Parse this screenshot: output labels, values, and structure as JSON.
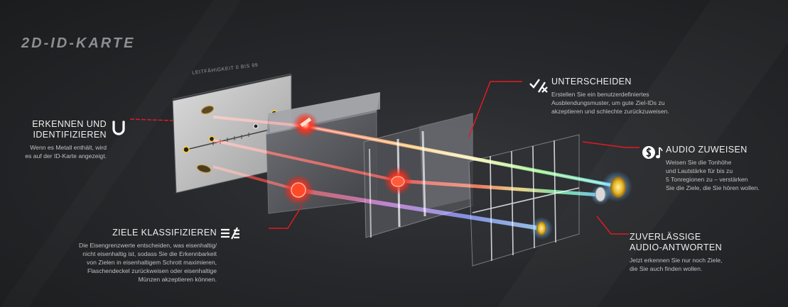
{
  "title": "2D-ID-KARTE",
  "axis_label": "LEITFÄHIGKEIT 0 BIS 99",
  "callouts": {
    "identify": {
      "heading_line1": "ERKENNEN UND",
      "heading_line2": "IDENTIFIZIEREN",
      "text_line1": "Wenn es Metall enthält, wird",
      "text_line2": "es auf der ID-Karte angezeigt."
    },
    "classify": {
      "heading": "ZIELE KLASSIFIZIEREN",
      "text_line1": "Die Eisengrenzwerte entscheiden, was eisenhaltig/",
      "text_line2": "nicht eisenhaltig ist, sodass Sie die Erkennbarkeit",
      "text_line3": "von Zielen in eisenhaltigem Schrott maximieren,",
      "text_line4": "Flaschendeckel zurückweisen oder eisenhaltige",
      "text_line5": "Münzen akzeptieren können."
    },
    "discriminate": {
      "heading": "UNTERSCHEIDEN",
      "text_line1": "Erstellen Sie ein benutzerdefiniertes",
      "text_line2": "Ausblendungsmuster, um gute Ziel-IDs zu",
      "text_line3": "akzeptieren und schlechte zurückzuweisen."
    },
    "audio": {
      "heading": "AUDIO ZUWEISEN",
      "text_line1": "Weisen Sie die Tonhöhe",
      "text_line2": "und Lautstärke für bis zu",
      "text_line3": "5 Tonregionen zu – verstärken",
      "text_line4": "Sie die Ziele, die Sie hören wollen."
    },
    "reliable": {
      "heading_line1": "ZUVERLÄSSIGE",
      "heading_line2": "AUDIO-ANTWORTEN",
      "text_line1": "Jetzt erkennen Sie nur noch Ziele,",
      "text_line2": "die Sie auch finden wollen."
    }
  },
  "colors": {
    "accent_red": "#e21a22",
    "background": "#26282b",
    "text": "#d6d7d9"
  },
  "icons": [
    "horseshoe-icon",
    "classify-icon",
    "discriminate-icon",
    "audio-coin-icon"
  ]
}
